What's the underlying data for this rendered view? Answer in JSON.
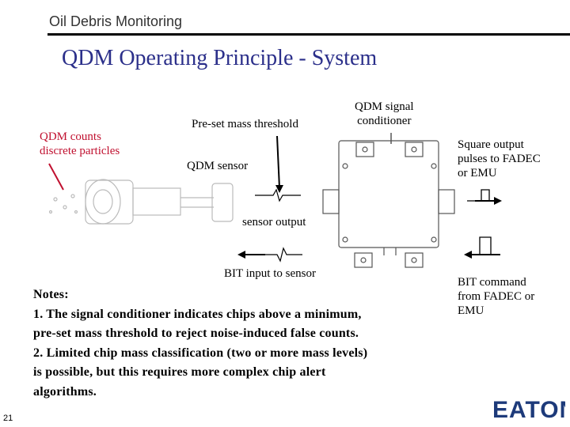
{
  "header": {
    "section_title": "Oil Debris Monitoring"
  },
  "slide": {
    "title": "QDM Operating Principle - System",
    "page_number": "21"
  },
  "labels": {
    "counts_line1": "QDM counts",
    "counts_line2": "discrete particles",
    "preset_threshold": "Pre-set mass threshold",
    "signal_conditioner_line1": "QDM signal",
    "signal_conditioner_line2": "conditioner",
    "qdm_sensor": "QDM sensor",
    "sensor_output": "sensor output",
    "bit_input": "BIT input to sensor",
    "square_output_line1": "Square output",
    "square_output_line2": "pulses to FADEC",
    "square_output_line3": "or EMU",
    "bit_command_line1": "BIT command",
    "bit_command_line2": "from FADEC or",
    "bit_command_line3": "EMU"
  },
  "notes": {
    "heading": "Notes:",
    "line1": "1. The signal conditioner indicates  chips above a minimum,",
    "line2": "pre-set mass threshold to reject noise-induced false counts.",
    "line3": "2. Limited chip mass classification (two or more mass levels)",
    "line4": "is possible, but this requires more complex chip alert",
    "line5": "algorithms."
  },
  "logo": {
    "text": "EATON"
  },
  "colors": {
    "title": "#2b2f8a",
    "accent_red": "#c0102f",
    "rule": "#000000"
  }
}
